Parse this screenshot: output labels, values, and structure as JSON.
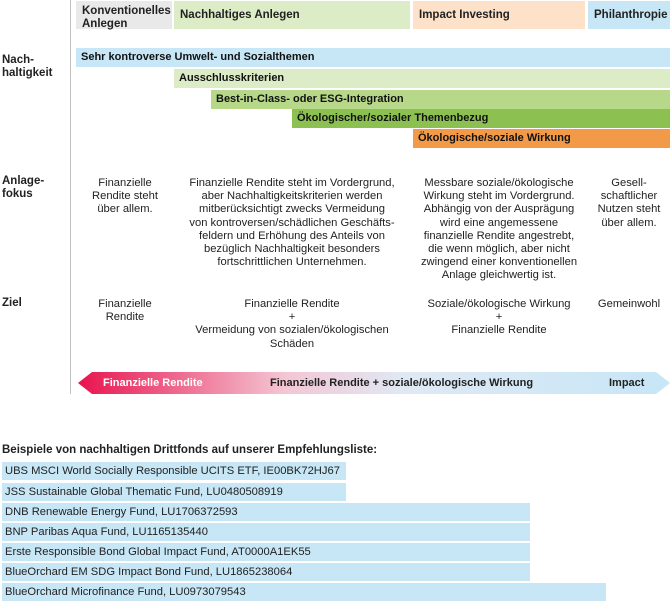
{
  "columns": [
    {
      "label": "Konventionelles\nAnlegen",
      "color": "#e9e9e9"
    },
    {
      "label": "Nachhaltiges Anlegen",
      "color": "#dcecc7"
    },
    {
      "label": "Impact Investing",
      "color": "#fde1c8"
    },
    {
      "label": "Philanthropie",
      "color": "#c7e6f6"
    }
  ],
  "rows": {
    "nachhaltigkeit": "Nach-\nhaltigkeit",
    "anlagefokus": "Anlage-\nfokus",
    "ziel": "Ziel"
  },
  "bars": [
    {
      "label": "Sehr kontroverse Umwelt- und Sozialthemen",
      "color": "#c7e6f6"
    },
    {
      "label": "Ausschlusskriterien",
      "color": "#dcecc7"
    },
    {
      "label": "Best-in-Class- oder ESG-Integration",
      "color": "#b6d888"
    },
    {
      "label": "Ökologischer/sozialer Themenbezug",
      "color": "#8cc152"
    },
    {
      "label": "Ökologische/soziale Wirkung",
      "color": "#f29a48"
    }
  ],
  "anlagefokus_cells": [
    "Finanzielle\nRendite steht\nüber allem.",
    "Finanzielle Rendite steht im Vordergrund,\naber Nachhaltigkeitskriterien werden\nmitberücksichtigt zwecks Vermeidung\nvon kontroversen/schädlichen Geschäfts-\nfeldern und Erhöhung des Anteils von\nbezüglich Nachhaltigkeit besonders\nfortschrittlichen Unternehmen.",
    "Messbare soziale/ökologische\nWirkung steht im Vordergrund.\nAbhängig von der Ausprägung\nwird eine angemessene\nfinanzielle Rendite angestrebt,\ndie wenn möglich, aber nicht\nzwingend einer konventionellen\nAnlage gleichwertig ist.",
    "Gesell-\nschaftlicher\nNutzen steht\nüber allem."
  ],
  "ziel_cells": [
    "Finanzielle\nRendite",
    "Finanzielle Rendite\n+\nVermeidung von sozialen/ökologischen\nSchäden",
    "Soziale/ökologische Wirkung\n+\nFinanzielle Rendite",
    "Gemeinwohl"
  ],
  "arrow": {
    "left": "Finanzielle Rendite",
    "center": "Finanzielle Rendite + soziale/ökologische Wirkung",
    "right": "Impact",
    "color_left": "#e8144e",
    "color_right": "#c7e6f6"
  },
  "funds": {
    "title": "Beispiele von nachhaltigen Drittfonds auf unserer Empfehlungsliste:",
    "items": [
      "UBS MSCI World Socially Responsible UCITS ETF, IE00BK72HJ67",
      "JSS Sustainable Global Thematic Fund, LU0480508919",
      "DNB Renewable Energy Fund, LU1706372593",
      "BNP Paribas Aqua Fund, LU1165135440",
      "Erste Responsible Bond Global Impact Fund, AT0000A1EK55",
      "BlueOrchard EM SDG Impact Bond Fund, LU1865238064",
      "BlueOrchard Microfinance Fund, LU0973079543"
    ]
  }
}
